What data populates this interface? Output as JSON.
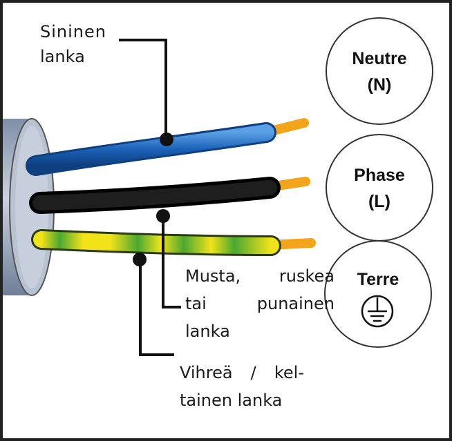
{
  "labels": {
    "blue_wire": {
      "line1": "Sininen",
      "line2": "lanka"
    },
    "black_wire": {
      "line1": "Musta, ruskea",
      "line2": "tai punainen",
      "line3": "lanka"
    },
    "earth_wire": {
      "line1": "Vihreä / kel-",
      "line2": "tainen lanka"
    }
  },
  "terminals": {
    "neutral": {
      "name": "Neutre",
      "code": "(N)"
    },
    "phase": {
      "name": "Phase",
      "code": "(L)"
    },
    "earth": {
      "name": "Terre",
      "icon": "ground-icon"
    }
  },
  "colors": {
    "blue_wire": "#1c62b8",
    "black_wire": "#111111",
    "earth_green": "#4aa832",
    "earth_yellow": "#f2e21a",
    "copper": "#f2a51a",
    "sheath": "#a9b4c4"
  }
}
